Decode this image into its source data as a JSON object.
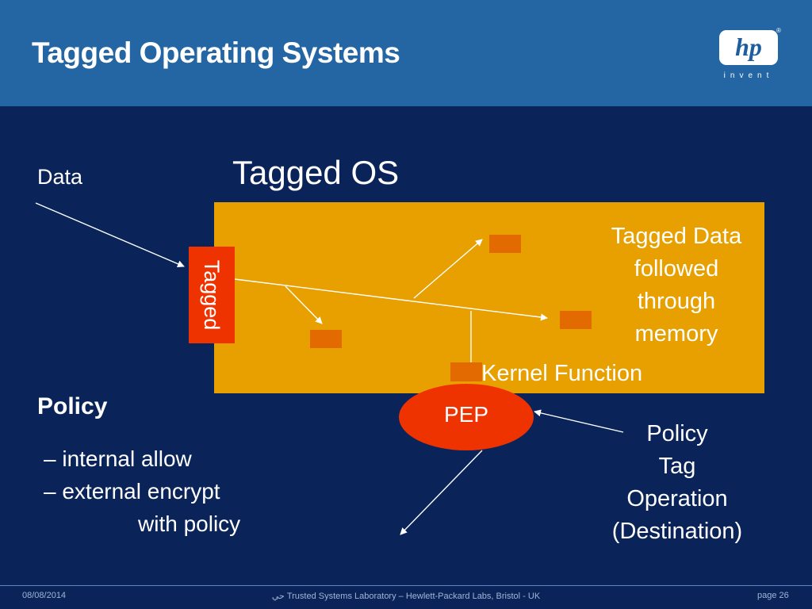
{
  "header": {
    "title": "Tagged Operating Systems",
    "logo": {
      "mark": "hp",
      "registered": "®",
      "tagline": "invent"
    },
    "color": "#2466a4"
  },
  "diagram": {
    "title": "Tagged OS",
    "data_label": "Data",
    "tagged_label": "Tagged",
    "tagged_data_note": [
      "Tagged Data",
      "followed",
      "through",
      "memory"
    ],
    "kernel_label": "Kernel Function",
    "pep_label": "PEP",
    "policy_heading": "Policy",
    "policy_items": [
      "– internal allow",
      "– external encrypt",
      "with policy"
    ],
    "pep_inputs": [
      "Policy",
      "Tag",
      "Operation",
      "(Destination)"
    ],
    "colors": {
      "background": "#0a2459",
      "os_box": "#e8a000",
      "tagged": "#ee3300",
      "chip": "#e26a00",
      "pep": "#ee3300"
    }
  },
  "footer": {
    "date": "08/08/2014",
    "center": "حي Trusted Systems Laboratory – Hewlett-Packard Labs, Bristol - UK",
    "page": "page 26"
  }
}
